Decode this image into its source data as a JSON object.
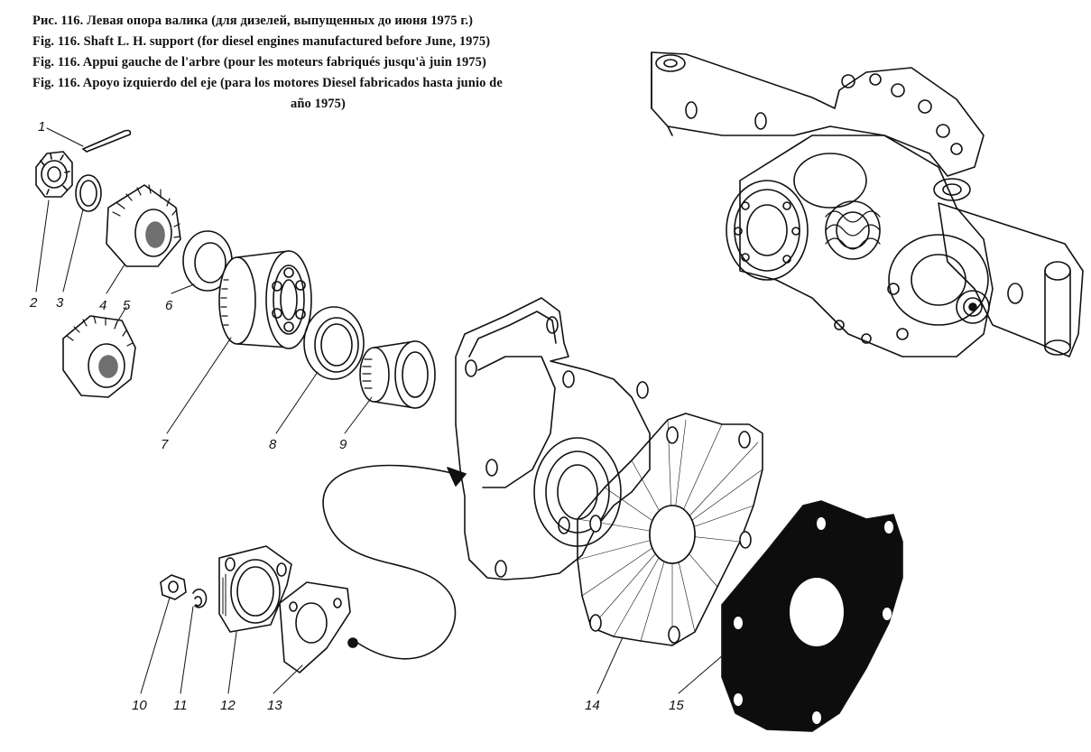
{
  "caption": {
    "ru": "Рис. 116. Левая опора валика (для дизелей, выпущенных до июня 1975 г.)",
    "en": "Fig. 116. Shaft L. H. support (for diesel engines manufactured before June, 1975)",
    "fr": "Fig. 116. Appui gauche de l'arbre (pour les moteurs fabriqués jusqu'à juin 1975)",
    "es": "Fig. 116. Apoyo izquierdo del eje (para los motores Diesel fabricados hasta junio de",
    "es_cont": "año 1975)"
  },
  "parts": {
    "p1": "1",
    "p2": "2",
    "p3": "3",
    "p4": "4",
    "p5": "5",
    "p6": "6",
    "p7": "7",
    "p8": "8",
    "p9": "9",
    "p10": "10",
    "p11": "11",
    "p12": "12",
    "p13": "13",
    "p14": "14",
    "p15": "15"
  },
  "colors": {
    "ink": "#111111",
    "paper": "#ffffff",
    "gasket": "#0d0d0d"
  }
}
